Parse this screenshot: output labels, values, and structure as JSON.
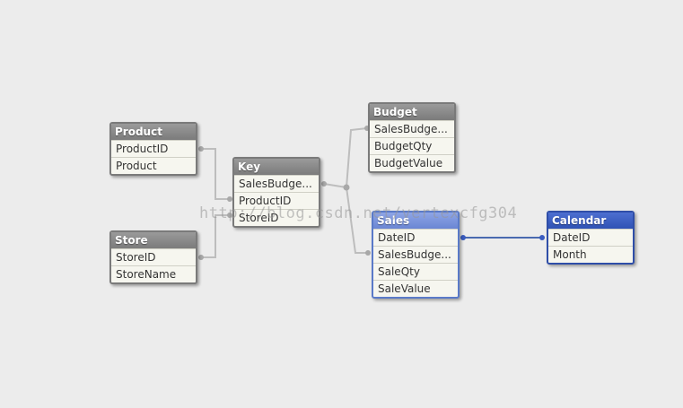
{
  "tables": {
    "product": {
      "title": "Product",
      "fields": [
        "ProductID",
        "Product"
      ]
    },
    "store": {
      "title": "Store",
      "fields": [
        "StoreID",
        "StoreName"
      ]
    },
    "key": {
      "title": "Key",
      "fields": [
        "SalesBudge...",
        "ProductID",
        "StoreID"
      ]
    },
    "budget": {
      "title": "Budget",
      "fields": [
        "SalesBudge...",
        "BudgetQty",
        "BudgetValue"
      ]
    },
    "sales": {
      "title": "Sales",
      "fields": [
        "DateID",
        "SalesBudge...",
        "SaleQty",
        "SaleValue"
      ]
    },
    "calendar": {
      "title": "Calendar",
      "fields": [
        "DateID",
        "Month"
      ]
    }
  },
  "watermark": "http://blog.csdn.net/vertexcfg304",
  "colors": {
    "header_gray": "#8a8a8a",
    "header_selected_light": "#7a94dc",
    "header_selected_dark": "#3a5cc0",
    "link_gray": "#bdbdbd",
    "link_blue": "#4a6ab0"
  }
}
